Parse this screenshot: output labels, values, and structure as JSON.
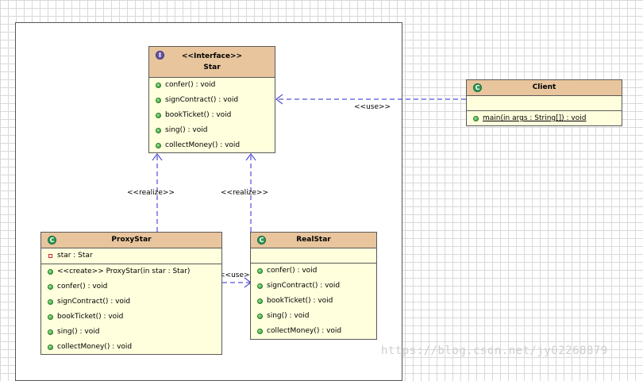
{
  "diagram": {
    "star": {
      "stereotype": "<<Interface>>",
      "name": "Star",
      "methods": [
        "confer() : void",
        "signContract() : void",
        "bookTicket() : void",
        "sing() : void",
        "collectMoney() : void"
      ]
    },
    "client": {
      "name": "Client",
      "method": "main(in args : String[]) : void"
    },
    "proxystar": {
      "name": "ProxyStar",
      "attribute": "star : Star",
      "methods": [
        "<<create>> ProxyStar(in star : Star)",
        "confer() : void",
        "signContract() : void",
        "bookTicket() : void",
        "sing() : void",
        "collectMoney() : void"
      ]
    },
    "realstar": {
      "name": "RealStar",
      "methods": [
        "confer() : void",
        "signContract() : void",
        "bookTicket() : void",
        "sing() : void",
        "collectMoney() : void"
      ]
    },
    "labels": {
      "client_use": "<<use>>",
      "proxy_realize": "<<realize>>",
      "real_realize": "<<realize>>",
      "proxy_use": "<<use>>"
    },
    "watermark": "https://blog.csdn.net/jy02268879",
    "icons": {
      "interface": "interface-icon",
      "class": "class-icon",
      "public_method": "public-method-icon",
      "private_field": "private-field-icon"
    },
    "colors": {
      "header": "#e8c59d",
      "body": "#ffffdd",
      "arrow": "#2a2acc"
    }
  }
}
